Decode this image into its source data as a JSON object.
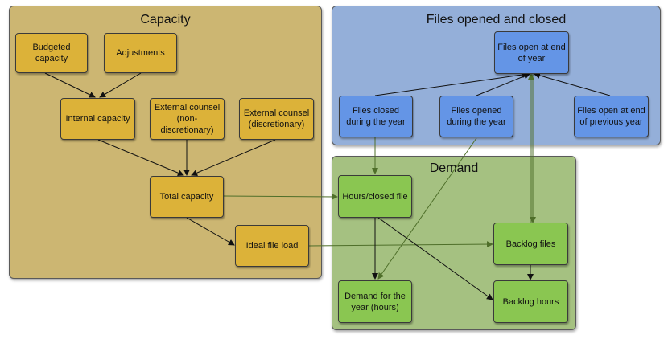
{
  "groups": {
    "capacity": "Capacity",
    "files": "Files opened and closed",
    "demand": "Demand"
  },
  "nodes": {
    "budgeted_capacity": "Budgeted capacity",
    "adjustments": "Adjustments",
    "internal_capacity": "Internal capacity",
    "external_nondisc": "External counsel (non-discretionary)",
    "external_disc": "External counsel (discretionary)",
    "total_capacity": "Total capacity",
    "ideal_file_load": "Ideal file load",
    "files_open_end": "Files open at end of year",
    "files_closed": "Files closed during the year",
    "files_opened": "Files opened during the year",
    "files_open_prev": "Files open at end of previous year",
    "hours_closed_file": "Hours/closed file",
    "backlog_files": "Backlog files",
    "demand_year": "Demand for the year (hours)",
    "backlog_hours": "Backlog hours"
  },
  "colors": {
    "capacity_group": "#ccb672",
    "files_group": "#94afd9",
    "demand_group": "#a5c181",
    "capacity_node": "#dcb239",
    "files_node": "#6495e6",
    "demand_node": "#8ac651",
    "arrow": "#111111",
    "arrow_green": "#4f6f2a"
  }
}
